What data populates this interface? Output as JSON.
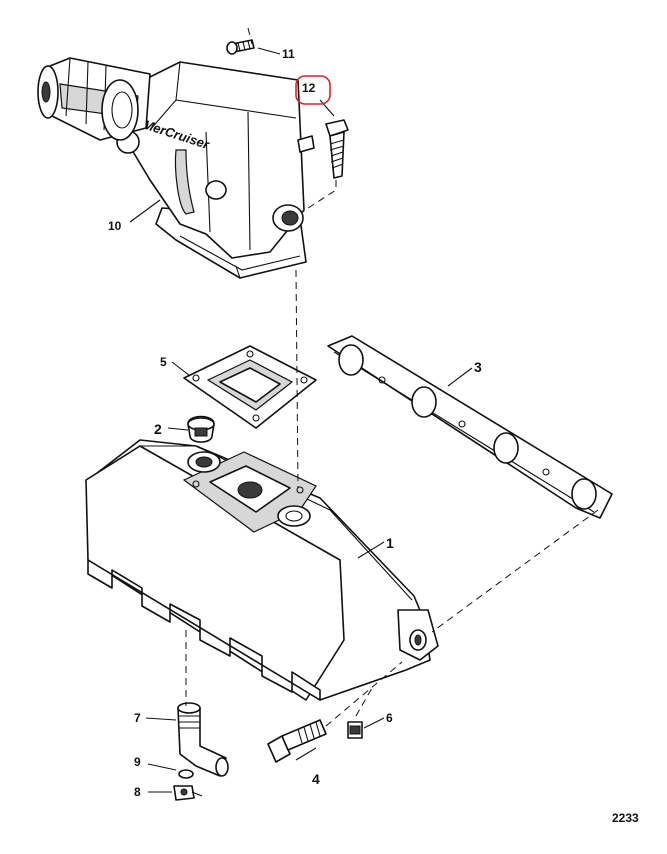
{
  "drawing_number": "2233",
  "callouts": {
    "c1": "1",
    "c2": "2",
    "c3": "3",
    "c4": "4",
    "c5": "5",
    "c6": "6",
    "c7": "7",
    "c8": "8",
    "c9": "9",
    "c10": "10",
    "c11": "11",
    "c12": "12"
  },
  "elbow_logo": "MerCruiser",
  "highlight_color": "#e0202a"
}
